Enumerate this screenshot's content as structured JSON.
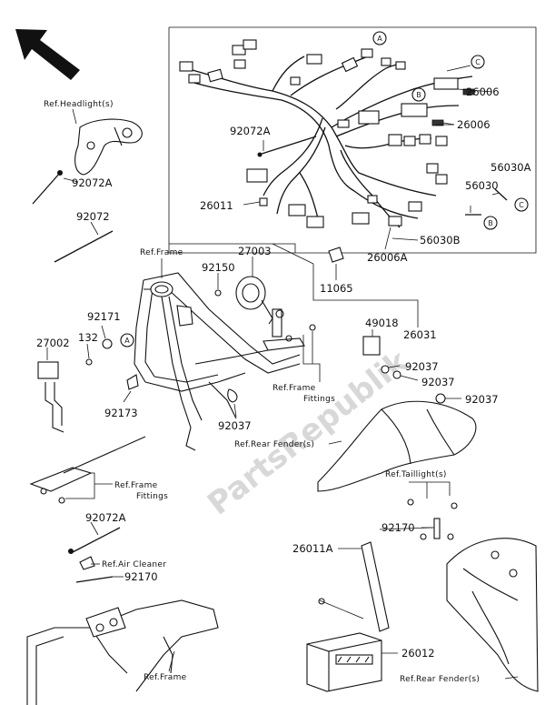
{
  "parts": {
    "p26006_top": "26006",
    "p26006_mid": "26006",
    "p92072A_mid": "92072A",
    "p26011_top": "26011",
    "p56030A": "56030A",
    "p56030": "56030",
    "p56030B": "56030B",
    "p26006A": "26006A",
    "p11065": "11065",
    "p26031": "26031",
    "p27003": "27003",
    "p92150": "92150",
    "p92072A_left": "92072A",
    "p92072": "92072",
    "p92171": "92171",
    "p132": "132",
    "p27002": "27002",
    "p92173": "92173",
    "p92037_bottom": "92037",
    "p49018": "49018",
    "p92037_a": "92037",
    "p92037_b": "92037",
    "p92037_c": "92037",
    "p92072A_low": "92072A",
    "p92170_low": "92170",
    "p92170_right": "92170",
    "p26011A": "26011A",
    "p26012": "26012"
  },
  "refs": {
    "headlight": "Ref.Headlight(s)",
    "frame_top": "Ref.Frame",
    "frame_fittings_1": "Ref.Frame",
    "frame_fittings_1b": "Fittings",
    "frame_fittings_2": "Ref.Frame",
    "frame_fittings_2b": "Fittings",
    "rear_fender_1": "Ref.Rear Fender(s)",
    "taillight": "Ref.Taillight(s)",
    "air_cleaner": "Ref.Air Cleaner",
    "frame_bottom": "Ref.Frame",
    "rear_fender_2": "Ref.Rear Fender(s)"
  },
  "callouts": {
    "a": "A",
    "b": "B",
    "c": "C"
  },
  "watermark": "PartsRepublik",
  "icons": {
    "front_arrow": "front-direction-arrow-icon"
  }
}
